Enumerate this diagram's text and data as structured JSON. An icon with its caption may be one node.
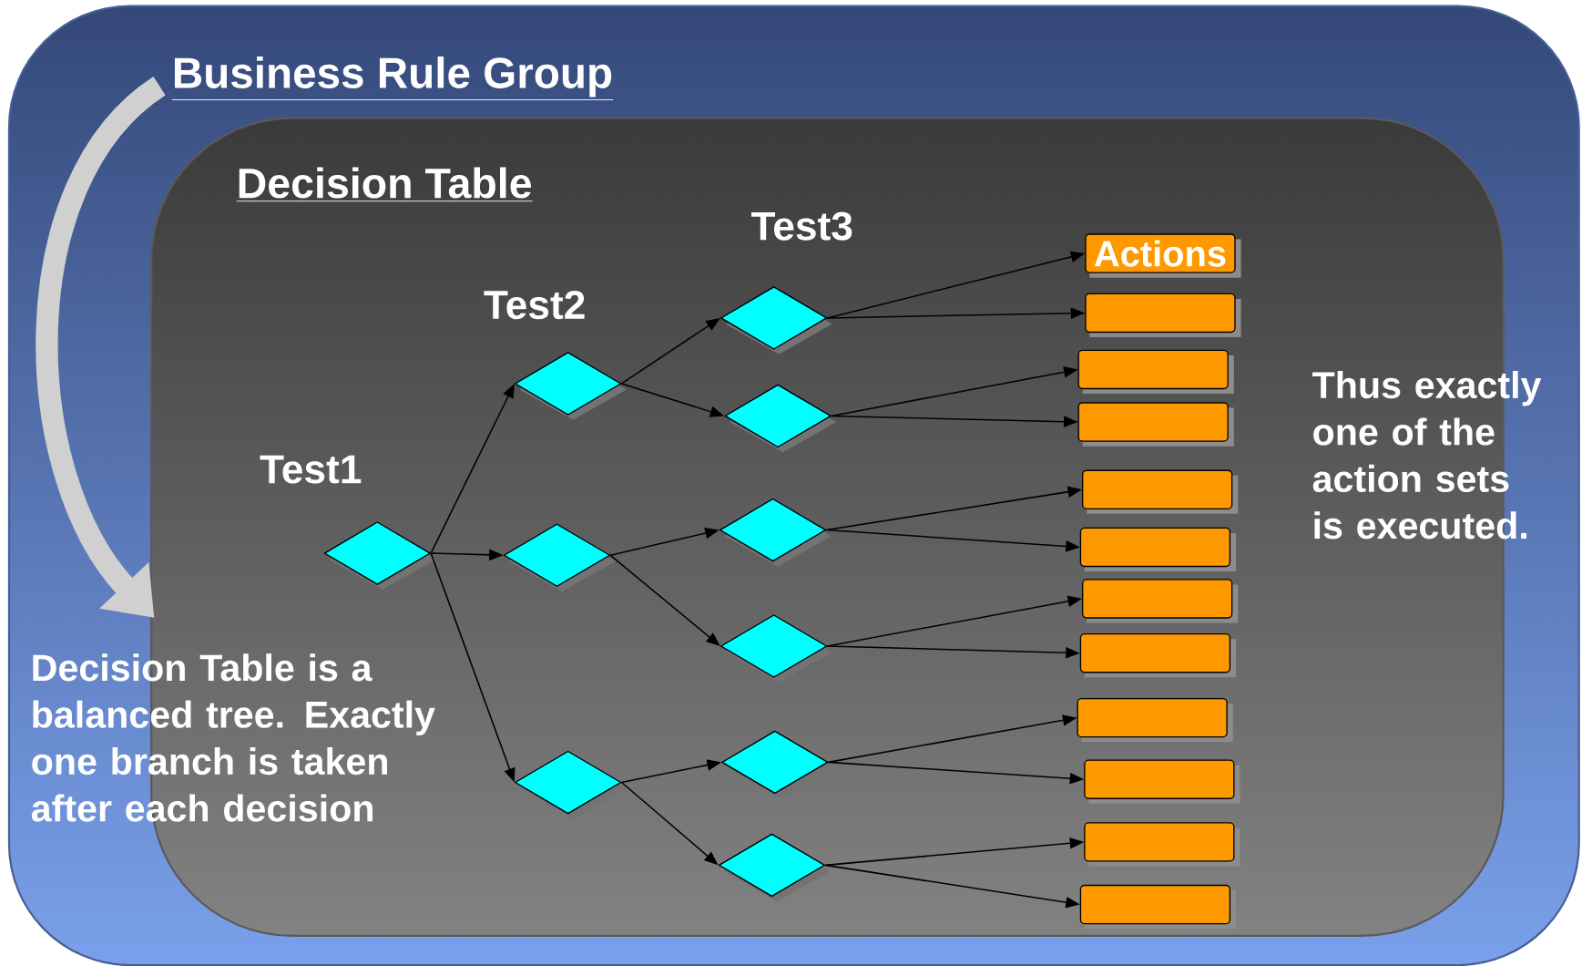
{
  "diagram": {
    "nodes": [
      {
        "text": [
          "Business Rule Group"
        ]
      },
      {
        "text": [
          "Decision Table"
        ],
        "in": 0
      },
      {
        "text": [],
        "shape": "diamond",
        "in": 1
      },
      {
        "text": [],
        "shape": "diamond",
        "in": 1
      },
      {
        "text": [],
        "shape": "diamond",
        "in": 1
      },
      {
        "text": [],
        "shape": "diamond",
        "in": 1
      },
      {
        "text": [],
        "shape": "diamond",
        "in": 1
      },
      {
        "text": [],
        "shape": "diamond",
        "in": 1
      },
      {
        "text": [],
        "shape": "diamond",
        "in": 1
      },
      {
        "text": [],
        "shape": "diamond",
        "in": 1
      },
      {
        "text": [],
        "shape": "diamond",
        "in": 1
      },
      {
        "text": [],
        "shape": "diamond",
        "in": 1
      },
      {
        "text": [
          "Actions"
        ],
        "in": 1
      },
      {
        "text": [],
        "shape": "box",
        "in": 1
      },
      {
        "text": [],
        "shape": "box",
        "in": 1
      },
      {
        "text": [],
        "shape": "box",
        "in": 1
      },
      {
        "text": [],
        "shape": "box",
        "in": 1
      },
      {
        "text": [],
        "shape": "box",
        "in": 1
      },
      {
        "text": [],
        "shape": "box",
        "in": 1
      },
      {
        "text": [],
        "shape": "box",
        "in": 1
      },
      {
        "text": [],
        "shape": "box",
        "in": 1
      },
      {
        "text": [],
        "shape": "box",
        "in": 1
      },
      {
        "text": [],
        "shape": "box",
        "in": 1
      },
      {
        "text": [],
        "shape": "box",
        "in": 1
      }
    ],
    "edges": [
      {
        "from": 0,
        "to": 1,
        "arrow": "to",
        "style": "thick",
        "color": "#d0d0d0"
      },
      {
        "from": 2,
        "to": 3,
        "arrow": "to"
      },
      {
        "from": 2,
        "to": 4,
        "arrow": "to"
      },
      {
        "from": 2,
        "to": 5,
        "arrow": "to"
      },
      {
        "from": 3,
        "to": 6,
        "arrow": "to"
      },
      {
        "from": 3,
        "to": 7,
        "arrow": "to"
      },
      {
        "from": 4,
        "to": 8,
        "arrow": "to"
      },
      {
        "from": 4,
        "to": 9,
        "arrow": "to"
      },
      {
        "from": 5,
        "to": 10,
        "arrow": "to"
      },
      {
        "from": 5,
        "to": 11,
        "arrow": "to"
      },
      {
        "from": 6,
        "to": 12,
        "arrow": "to"
      },
      {
        "from": 6,
        "to": 13,
        "arrow": "to"
      },
      {
        "from": 7,
        "to": 14,
        "arrow": "to"
      },
      {
        "from": 7,
        "to": 15,
        "arrow": "to"
      },
      {
        "from": 8,
        "to": 16,
        "arrow": "to"
      },
      {
        "from": 8,
        "to": 17,
        "arrow": "to"
      },
      {
        "from": 9,
        "to": 18,
        "arrow": "to"
      },
      {
        "from": 9,
        "to": 19,
        "arrow": "to"
      },
      {
        "from": 10,
        "to": 20,
        "arrow": "to"
      },
      {
        "from": 10,
        "to": 21,
        "arrow": "to"
      },
      {
        "from": 11,
        "to": 22,
        "arrow": "to"
      },
      {
        "from": 11,
        "to": 23,
        "arrow": "to"
      }
    ],
    "labels": [
      "Test3",
      "Test2",
      "Test1",
      "Thus exactly one of the action sets is executed.",
      "Decision Table is a balanced tree. Exactly one branch is taken after each decision"
    ]
  }
}
